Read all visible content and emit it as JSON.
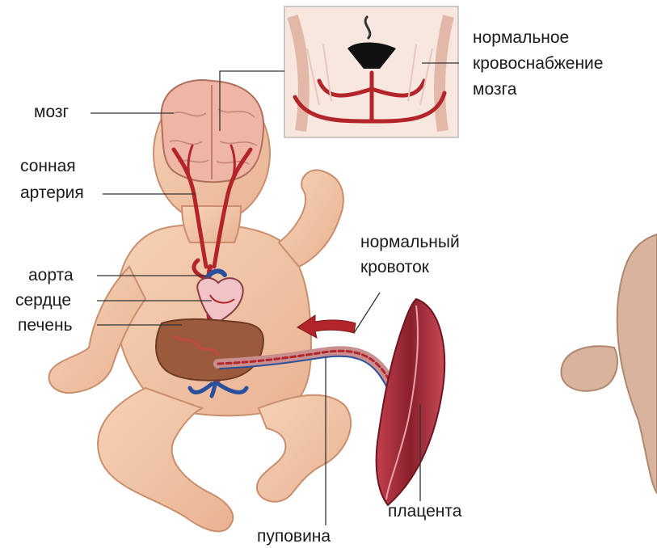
{
  "labels": {
    "brain_supply_line1": "нормальное",
    "brain_supply_line2": "кровоснабжение",
    "brain_supply_line3": "мозга",
    "brain": "мозг",
    "carotid_line1": "сонная",
    "carotid_line2": "артерия",
    "normal_flow_line1": "нормальный",
    "normal_flow_line2": "кровоток",
    "aorta": "аорта",
    "heart": "сердце",
    "liver": "печень",
    "placenta": "плацента",
    "umbilical_cord": "пуповина"
  },
  "colors": {
    "skin": "#f1c4a5",
    "skin_outline": "#c98f6e",
    "artery": "#b3252a",
    "vein": "#2a4f9c",
    "brain": "#f0b8a8",
    "liver": "#9c5a3c",
    "placenta": "#9b2f3a",
    "leader_line": "#333333"
  }
}
